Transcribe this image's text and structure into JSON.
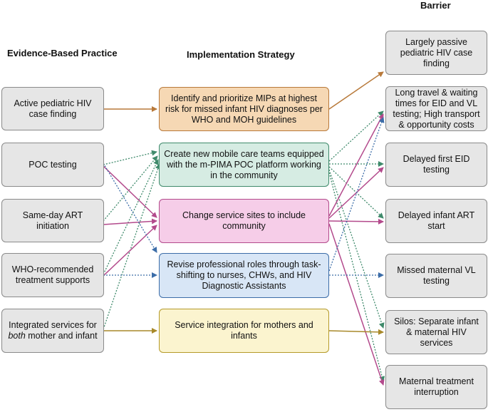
{
  "headers": {
    "practice": "Evidence-Based Practice",
    "strategy": "Implementation Strategy",
    "barrier": "Barrier"
  },
  "practices": [
    {
      "id": "p1",
      "text": "Active pediatric HIV case finding"
    },
    {
      "id": "p2",
      "text": "POC testing"
    },
    {
      "id": "p3",
      "text": "Same-day ART initiation"
    },
    {
      "id": "p4",
      "text": "WHO-recommended treatment supports"
    },
    {
      "id": "p5",
      "text_before": "Integrated services for ",
      "text_emph": "both",
      "text_after": " mother and infant"
    }
  ],
  "strategies": [
    {
      "id": "s1",
      "text": "Identify and prioritize MIPs at highest risk for missed infant HIV diagnoses per WHO and MOH guidelines",
      "fill": "#f6d8b4",
      "stroke": "#b8793a"
    },
    {
      "id": "s2",
      "text": "Create new mobile care teams equipped with the m-PIMA POC platform working in the community",
      "fill": "#d6ece3",
      "stroke": "#3f8a6b"
    },
    {
      "id": "s3",
      "text": "Change service sites to include community",
      "fill": "#f6cde8",
      "stroke": "#b34a8c"
    },
    {
      "id": "s4",
      "text": "Revise professional roles through task-shifting to nurses, CHWs, and HIV Diagnostic Assistants",
      "fill": "#d8e6f6",
      "stroke": "#3c6da8"
    },
    {
      "id": "s5",
      "text": "Service integration for mothers and infants",
      "fill": "#fbf4cf",
      "stroke": "#b59a2a"
    }
  ],
  "barriers": [
    {
      "id": "b1",
      "text": "Largely passive pediatric HIV case finding"
    },
    {
      "id": "b2",
      "text": "Long travel & waiting times for EID and VL testing; High transport & opportunity costs"
    },
    {
      "id": "b3",
      "text": "Delayed first EID testing"
    },
    {
      "id": "b4",
      "text": "Delayed infant ART start"
    },
    {
      "id": "b5",
      "text": "Missed maternal VL testing"
    },
    {
      "id": "b6",
      "text": "Silos: Separate infant & maternal HIV services"
    },
    {
      "id": "b7",
      "text": "Maternal treatment interruption"
    }
  ],
  "colors": {
    "orange": "#b8793a",
    "teal": "#3f8a6b",
    "magenta": "#b34a8c",
    "blue": "#3c6da8",
    "olive": "#a8892a"
  }
}
